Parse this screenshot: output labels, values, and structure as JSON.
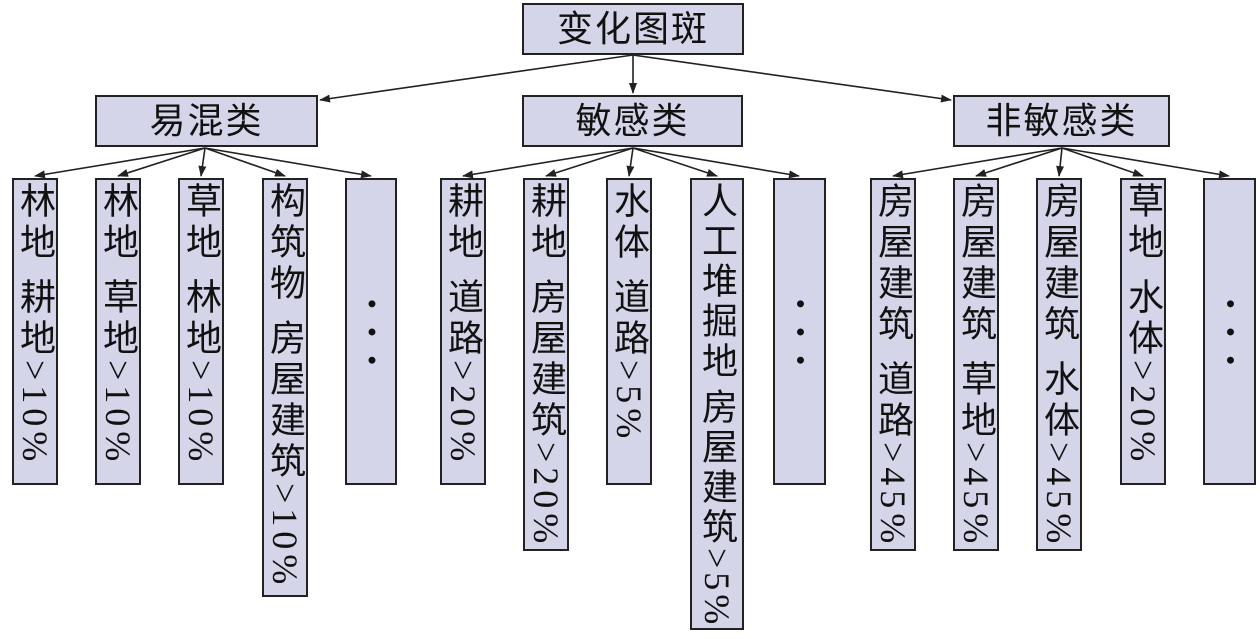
{
  "root": {
    "label": "变化图斑"
  },
  "groups": [
    {
      "label": "易混类",
      "items": [
        {
          "primary": "林地",
          "rule": "耕地>10%"
        },
        {
          "primary": "林地",
          "rule": "草地>10%"
        },
        {
          "primary": "草地",
          "rule": "林地>10%"
        },
        {
          "primary": "构筑物",
          "rule": "房屋建筑>10%"
        }
      ],
      "more": "•••"
    },
    {
      "label": "敏感类",
      "items": [
        {
          "primary": "耕地",
          "rule": "道路>20%"
        },
        {
          "primary": "耕地",
          "rule": "房屋建筑>20%"
        },
        {
          "primary": "水体",
          "rule": "道路>5%"
        },
        {
          "primary": "人工堆掘地",
          "rule": "房屋建筑>5%"
        }
      ],
      "more": "•••"
    },
    {
      "label": "非敏感类",
      "items": [
        {
          "primary": "房屋建筑",
          "rule": "道路>45%"
        },
        {
          "primary": "房屋建筑",
          "rule": "草地>45%"
        },
        {
          "primary": "房屋建筑",
          "rule": "水体>45%"
        },
        {
          "primary": "草地",
          "rule": "水体>20%"
        }
      ],
      "more": "•••"
    }
  ],
  "colors": {
    "box_fill": "#d5d5e9",
    "border": "#222222",
    "arrow": "#222222"
  }
}
